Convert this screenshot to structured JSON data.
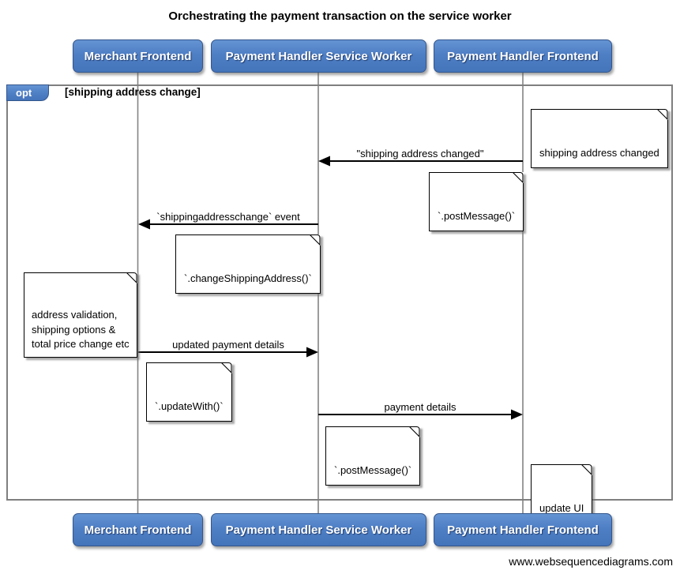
{
  "title": "Orchestrating the payment transaction on the service worker",
  "actors": [
    {
      "label": "Merchant Frontend"
    },
    {
      "label": "Payment Handler Service Worker"
    },
    {
      "label": "Payment Handler Frontend"
    }
  ],
  "fragment": {
    "operator": "opt",
    "guard": "[shipping address change]"
  },
  "messages": [
    {
      "label": "\"shipping address changed\"",
      "from": "Payment Handler Frontend",
      "to": "Payment Handler Service Worker"
    },
    {
      "label": "`shippingaddresschange` event",
      "from": "Payment Handler Service Worker",
      "to": "Merchant Frontend"
    },
    {
      "label": "updated payment details",
      "from": "Merchant Frontend",
      "to": "Payment Handler Service Worker"
    },
    {
      "label": "payment details",
      "from": "Payment Handler Service Worker",
      "to": "Payment Handler Frontend"
    }
  ],
  "notes": [
    {
      "text": "shipping address changed"
    },
    {
      "text": "`.postMessage()`"
    },
    {
      "text": "`.changeShippingAddress()`"
    },
    {
      "text": "address validation,\nshipping options &\ntotal price change etc"
    },
    {
      "text": "`.updateWith()`"
    },
    {
      "text": "`.postMessage()`"
    },
    {
      "text": "update UI"
    }
  ],
  "watermark": "www.websequencediagrams.com",
  "colors": {
    "actor_blue": "#4e7ec4",
    "actor_border": "#34568c",
    "frame_gray": "#7f7f7f",
    "lifeline_gray": "#848484",
    "arrow_black": "#000000"
  }
}
